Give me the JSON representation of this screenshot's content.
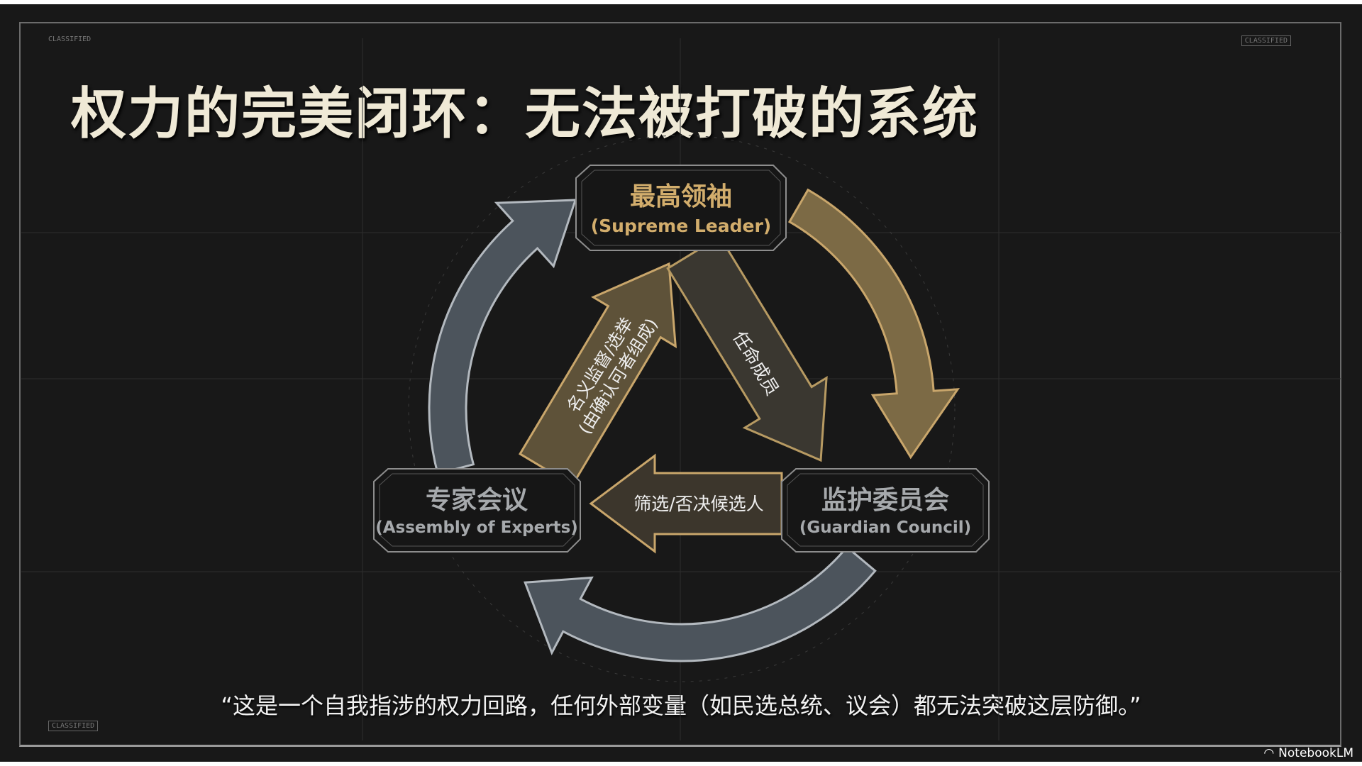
{
  "slide": {
    "title": "权力的完美闭环：无法被打破的系统",
    "quote": "“这是一个自我指涉的权力回路，任何外部变量（如民选总统、议会）都无法突破这层防御。”",
    "corner_tags": {
      "top_left": "CLASSIFIED",
      "top_right": "CLASSIFIED",
      "bottom_left": "CLASSIFIED"
    }
  },
  "diagram": {
    "nodes": {
      "leader": {
        "zh": "最高领袖",
        "en": "(Supreme Leader)"
      },
      "assembly": {
        "zh": "专家会议",
        "en": "(Assembly of Experts)"
      },
      "guardian": {
        "zh": "监护委员会",
        "en": "(Guardian Council)"
      }
    },
    "arrows": {
      "assembly_to_leader": {
        "line1": "名义监督/选举",
        "line2": "(由确认可者组成)"
      },
      "leader_to_guardian": {
        "label": "任命成员"
      },
      "guardian_to_assembly": {
        "label": "筛选/否决候选人"
      }
    },
    "colors": {
      "gold": "#c9a66b",
      "steel": "#4c545c",
      "background": "#181818"
    }
  },
  "branding": {
    "label": "NotebookLM"
  }
}
